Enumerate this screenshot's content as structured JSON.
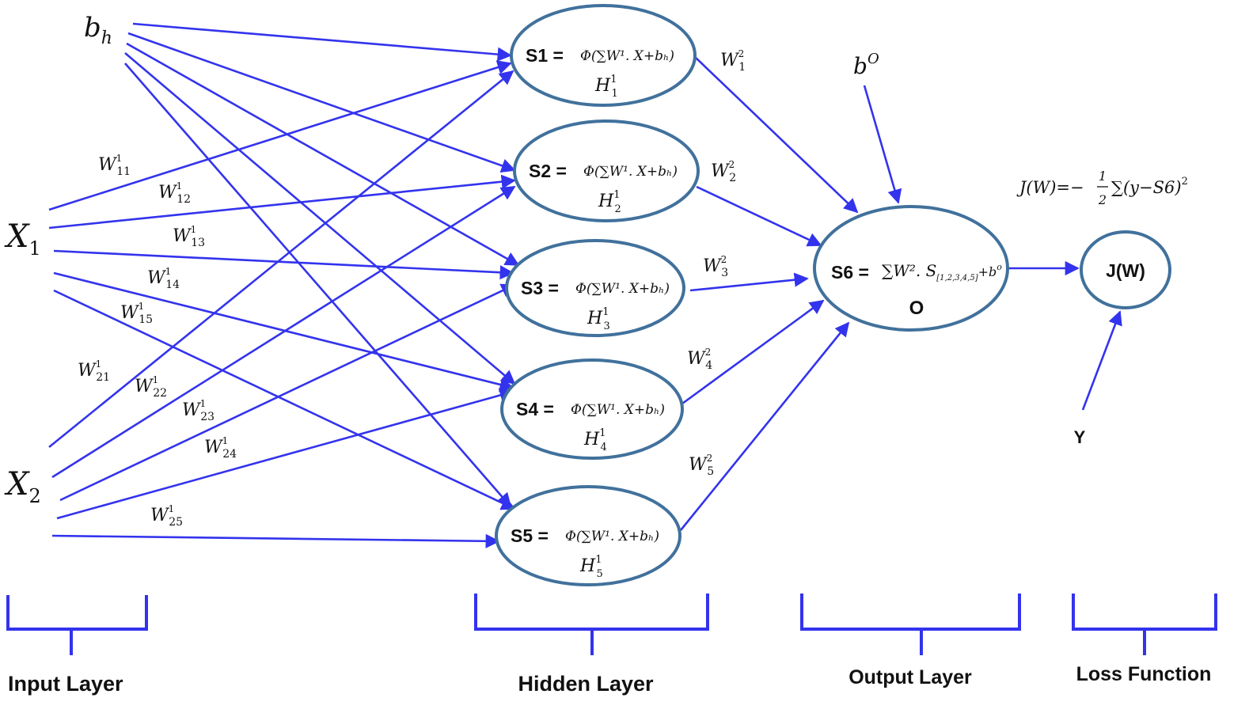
{
  "inputs": {
    "bh": {
      "base": "b",
      "sub": "h"
    },
    "x1": {
      "base": "X",
      "sub": "1"
    },
    "x2": {
      "base": "X",
      "sub": "2"
    }
  },
  "weights_input": [
    {
      "id": "w11",
      "base": "W",
      "sup": "1",
      "sub": "11"
    },
    {
      "id": "w12",
      "base": "W",
      "sup": "1",
      "sub": "12"
    },
    {
      "id": "w13",
      "base": "W",
      "sup": "1",
      "sub": "13"
    },
    {
      "id": "w14",
      "base": "W",
      "sup": "1",
      "sub": "14"
    },
    {
      "id": "w15",
      "base": "W",
      "sup": "1",
      "sub": "15"
    },
    {
      "id": "w21",
      "base": "W",
      "sup": "1",
      "sub": "21"
    },
    {
      "id": "w22",
      "base": "W",
      "sup": "1",
      "sub": "22"
    },
    {
      "id": "w23",
      "base": "W",
      "sup": "1",
      "sub": "23"
    },
    {
      "id": "w24",
      "base": "W",
      "sup": "1",
      "sub": "24"
    },
    {
      "id": "w25",
      "base": "W",
      "sup": "1",
      "sub": "25"
    }
  ],
  "hidden_nodes": [
    {
      "id": "s1",
      "label": "S1 =",
      "formula": "Φ(∑W¹. X+bₕ)",
      "unit": {
        "base": "H",
        "sup": "1",
        "sub": "1"
      }
    },
    {
      "id": "s2",
      "label": "S2 =",
      "formula": "Φ(∑W¹. X+bₕ)",
      "unit": {
        "base": "H",
        "sup": "1",
        "sub": "2"
      }
    },
    {
      "id": "s3",
      "label": "S3 =",
      "formula": "Φ(∑W¹. X+bₕ)",
      "unit": {
        "base": "H",
        "sup": "1",
        "sub": "3"
      }
    },
    {
      "id": "s4",
      "label": "S4 =",
      "formula": "Φ(∑W¹. X+bₕ)",
      "unit": {
        "base": "H",
        "sup": "1",
        "sub": "4"
      }
    },
    {
      "id": "s5",
      "label": "S5 =",
      "formula": "Φ(∑W¹. X+bₕ)",
      "unit": {
        "base": "H",
        "sup": "1",
        "sub": "5"
      }
    }
  ],
  "weights_hidden": [
    {
      "id": "w1",
      "base": "W",
      "sup": "2",
      "sub": "1"
    },
    {
      "id": "w2",
      "base": "W",
      "sup": "2",
      "sub": "2"
    },
    {
      "id": "w3",
      "base": "W",
      "sup": "2",
      "sub": "3"
    },
    {
      "id": "w4",
      "base": "W",
      "sup": "2",
      "sub": "4"
    },
    {
      "id": "w5",
      "base": "W",
      "sup": "2",
      "sub": "5"
    }
  ],
  "output_bias": {
    "base": "b",
    "sup": "O"
  },
  "output_node": {
    "label": "S6 =",
    "formula": "∑W². S",
    "formula_sub": "[1,2,3,4,5]",
    "formula_tail": "+b",
    "formula_tail_sup": "o",
    "unit": "O"
  },
  "loss_node": {
    "label": "J(W)"
  },
  "target": {
    "label": "Y"
  },
  "loss_formula": {
    "lhs": "J(W)=−",
    "num": "1",
    "den": "2",
    "rhs": "∑(y−S6)",
    "sup": "2"
  },
  "layers": [
    {
      "id": "input",
      "label": "Input Layer"
    },
    {
      "id": "hidden",
      "label": "Hidden Layer"
    },
    {
      "id": "output",
      "label": "Output Layer"
    },
    {
      "id": "loss",
      "label": "Loss Function"
    }
  ],
  "colors": {
    "edge": "#3333ee",
    "node_stroke": "#41719c",
    "text": "#111111"
  }
}
